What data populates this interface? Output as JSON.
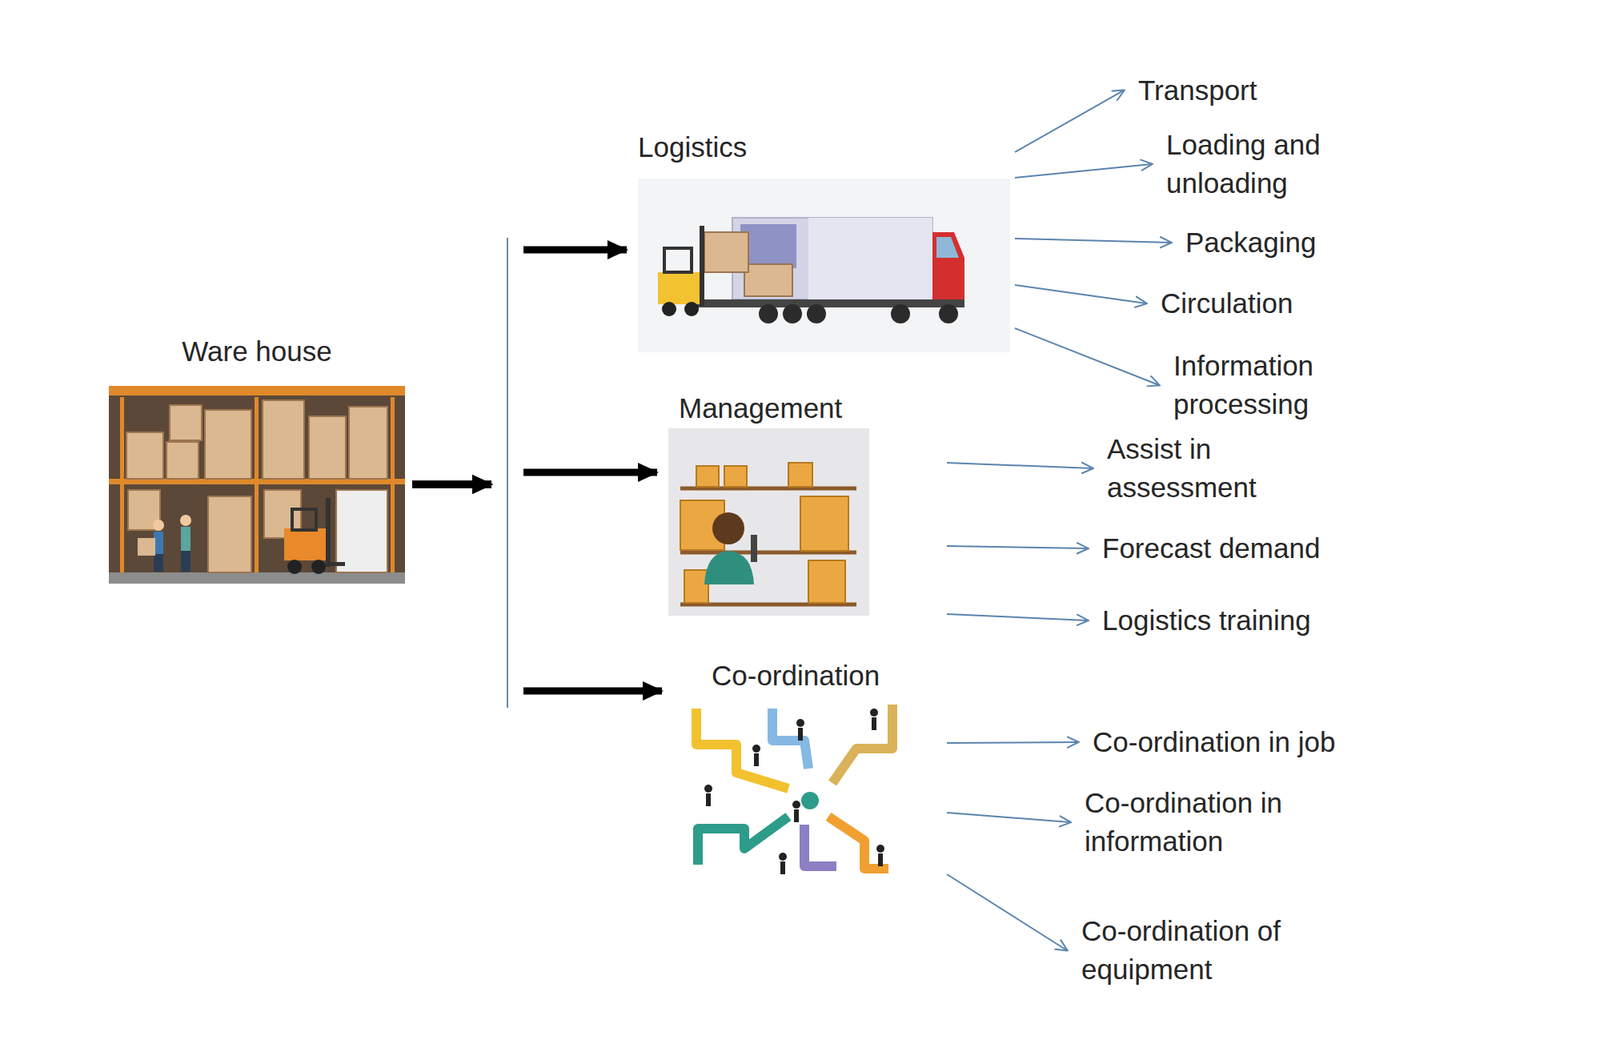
{
  "diagram": {
    "nodes": [
      {
        "text": [
          "Ware house"
        ]
      },
      {
        "text": [
          "Logistics"
        ]
      },
      {
        "text": [
          "Transport"
        ]
      },
      {
        "text": [
          "Loading and unloading"
        ]
      },
      {
        "text": [
          "Packaging"
        ]
      },
      {
        "text": [
          "Circulation"
        ]
      },
      {
        "text": [
          "Information processing"
        ]
      },
      {
        "text": [
          "Management"
        ]
      },
      {
        "text": [
          "Assist in assessment"
        ]
      },
      {
        "text": [
          "Forecast demand"
        ]
      },
      {
        "text": [
          "Logistics training"
        ]
      },
      {
        "text": [
          "Co-ordination"
        ]
      },
      {
        "text": [
          "Co-ordination in job"
        ]
      },
      {
        "text": [
          "Co-ordination in information"
        ]
      },
      {
        "text": [
          "Co-ordination of equipment"
        ]
      }
    ],
    "edges": [
      {
        "from": 0,
        "to": 1,
        "arrow": "to"
      },
      {
        "from": 0,
        "to": 7,
        "arrow": "to"
      },
      {
        "from": 0,
        "to": 11,
        "arrow": "to"
      },
      {
        "from": 1,
        "to": 2,
        "arrow": "to"
      },
      {
        "from": 1,
        "to": 3,
        "arrow": "to"
      },
      {
        "from": 1,
        "to": 4,
        "arrow": "to"
      },
      {
        "from": 1,
        "to": 5,
        "arrow": "to"
      },
      {
        "from": 1,
        "to": 6,
        "arrow": "to"
      },
      {
        "from": 7,
        "to": 8,
        "arrow": "to"
      },
      {
        "from": 7,
        "to": 9,
        "arrow": "to"
      },
      {
        "from": 7,
        "to": 10,
        "arrow": "to"
      },
      {
        "from": 11,
        "to": 12,
        "arrow": "to"
      },
      {
        "from": 11,
        "to": 13,
        "arrow": "to"
      },
      {
        "from": 11,
        "to": 14,
        "arrow": "to"
      }
    ]
  }
}
